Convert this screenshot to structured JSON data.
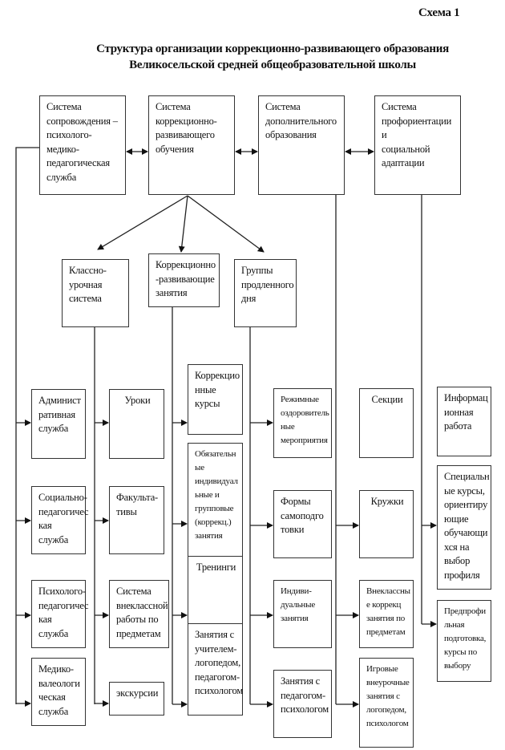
{
  "header": {
    "scheme_label": "Схема 1",
    "title_line1": "Структура организации коррекционно-развивающего образования",
    "title_line2": "Великосельской средней общеобразовательной школы"
  },
  "top_level": [
    {
      "id": "support",
      "label": "Система сопровождения – психолого-медико-педагогическая служба"
    },
    {
      "id": "correction",
      "label": "Система коррекционно-развивающего обучения"
    },
    {
      "id": "additional",
      "label": "Система дополнительного образования"
    },
    {
      "id": "career",
      "label": "Система профориентации и социальной адаптации"
    }
  ],
  "second_level": [
    {
      "id": "class",
      "label": "Классно-урочная система"
    },
    {
      "id": "corr_classes",
      "label": "Коррекционно-развивающие занятия"
    },
    {
      "id": "extended",
      "label": "Группы продленного дня"
    }
  ],
  "columns": {
    "support": [
      "Административная служба",
      "Социально-педагогическая служба",
      "Психолого-педагогическая служба",
      "Медико-валеологическая служба"
    ],
    "class": [
      "Уроки",
      "Факультативы",
      "Система внеклассной работы по предметам",
      "экскурсии"
    ],
    "corr_classes": [
      "Коррекционные курсы",
      "Обязательные индивидуальные и групповые (коррекц.) занятия",
      "Тренинги",
      "Занятия с учителем-логопедом, педагогом-психологом"
    ],
    "extended": [
      "Режимные оздоровительные мероприятия",
      "Формы самоподготовки",
      "Индивидуальные занятия",
      "Занятия с педагогом-психологом"
    ],
    "additional": [
      "Секции",
      "Кружки",
      "Внеклассные коррекц занятия по предметам",
      "Игровые внеурочные занятия с логопедом, психологом"
    ],
    "career": [
      "Информационная работа",
      "Специальные курсы, ориентирующие обучающихся на выбор профиля",
      "Предпрофильная подготовка, курсы по выбору"
    ]
  },
  "display_text": {
    "top": [
      "Система\nсопровождения –\nпсихолого-медико-\nпедагогическая\nслужба",
      "Система\nкоррекционно-\nразвивающего\nобучения",
      "Система\nдополнительного\nобразования",
      "Система\nпрофориентации и\nсоциальной\nадаптации"
    ],
    "second": [
      "Классно-\nурочная\nсистема",
      "Коррекционно\n-развивающие\nзанятия",
      "Группы\nпродленного\nдня"
    ],
    "support": [
      "Админист\nративная\nслужба",
      "Социально-\nпедагогичес\nкая служба",
      "Психолого-\nпедагогичес\nкая служба",
      "Медико-\nвалеологи\nческая\nслужба"
    ],
    "class": [
      "Уроки",
      "Факульта-\nтивы",
      "Система\nвнеклассной\nработы по\nпредметам",
      "экскурсии"
    ],
    "corr_classes": [
      "Коррекцио\nнные\nкурсы",
      "Обязательн\nые\nиндивидуал\nьные и\nгрупповые\n(коррекц.)\nзанятия",
      "Тренинги",
      "Занятия с\nучителем-\nлогопедом,\nпедагогом-\nпсихологом"
    ],
    "extended": [
      "Режимные\nоздоровитель\nные\nмероприятия",
      "Формы\nсамоподго\nтовки",
      "Индиви-\nдуальные\nзанятия",
      "Занятия с\nпедагогом-\nпсихологом"
    ],
    "additional": [
      "Секции",
      "Кружки",
      "Внеклассны\nе коррекц\nзанятия по\nпредметам",
      "Игровые\nвнеурочные\nзанятия с\nлогопедом,\nпсихологом"
    ],
    "career": [
      "Информац\nионная\nработа",
      "Специальн\nые курсы,\nориентиру\nющие\nобучающи\nхся на\nвыбор\nпрофиля",
      "Предпрофи\nльная\nподготовка,\nкурсы по\nвыбору"
    ]
  }
}
